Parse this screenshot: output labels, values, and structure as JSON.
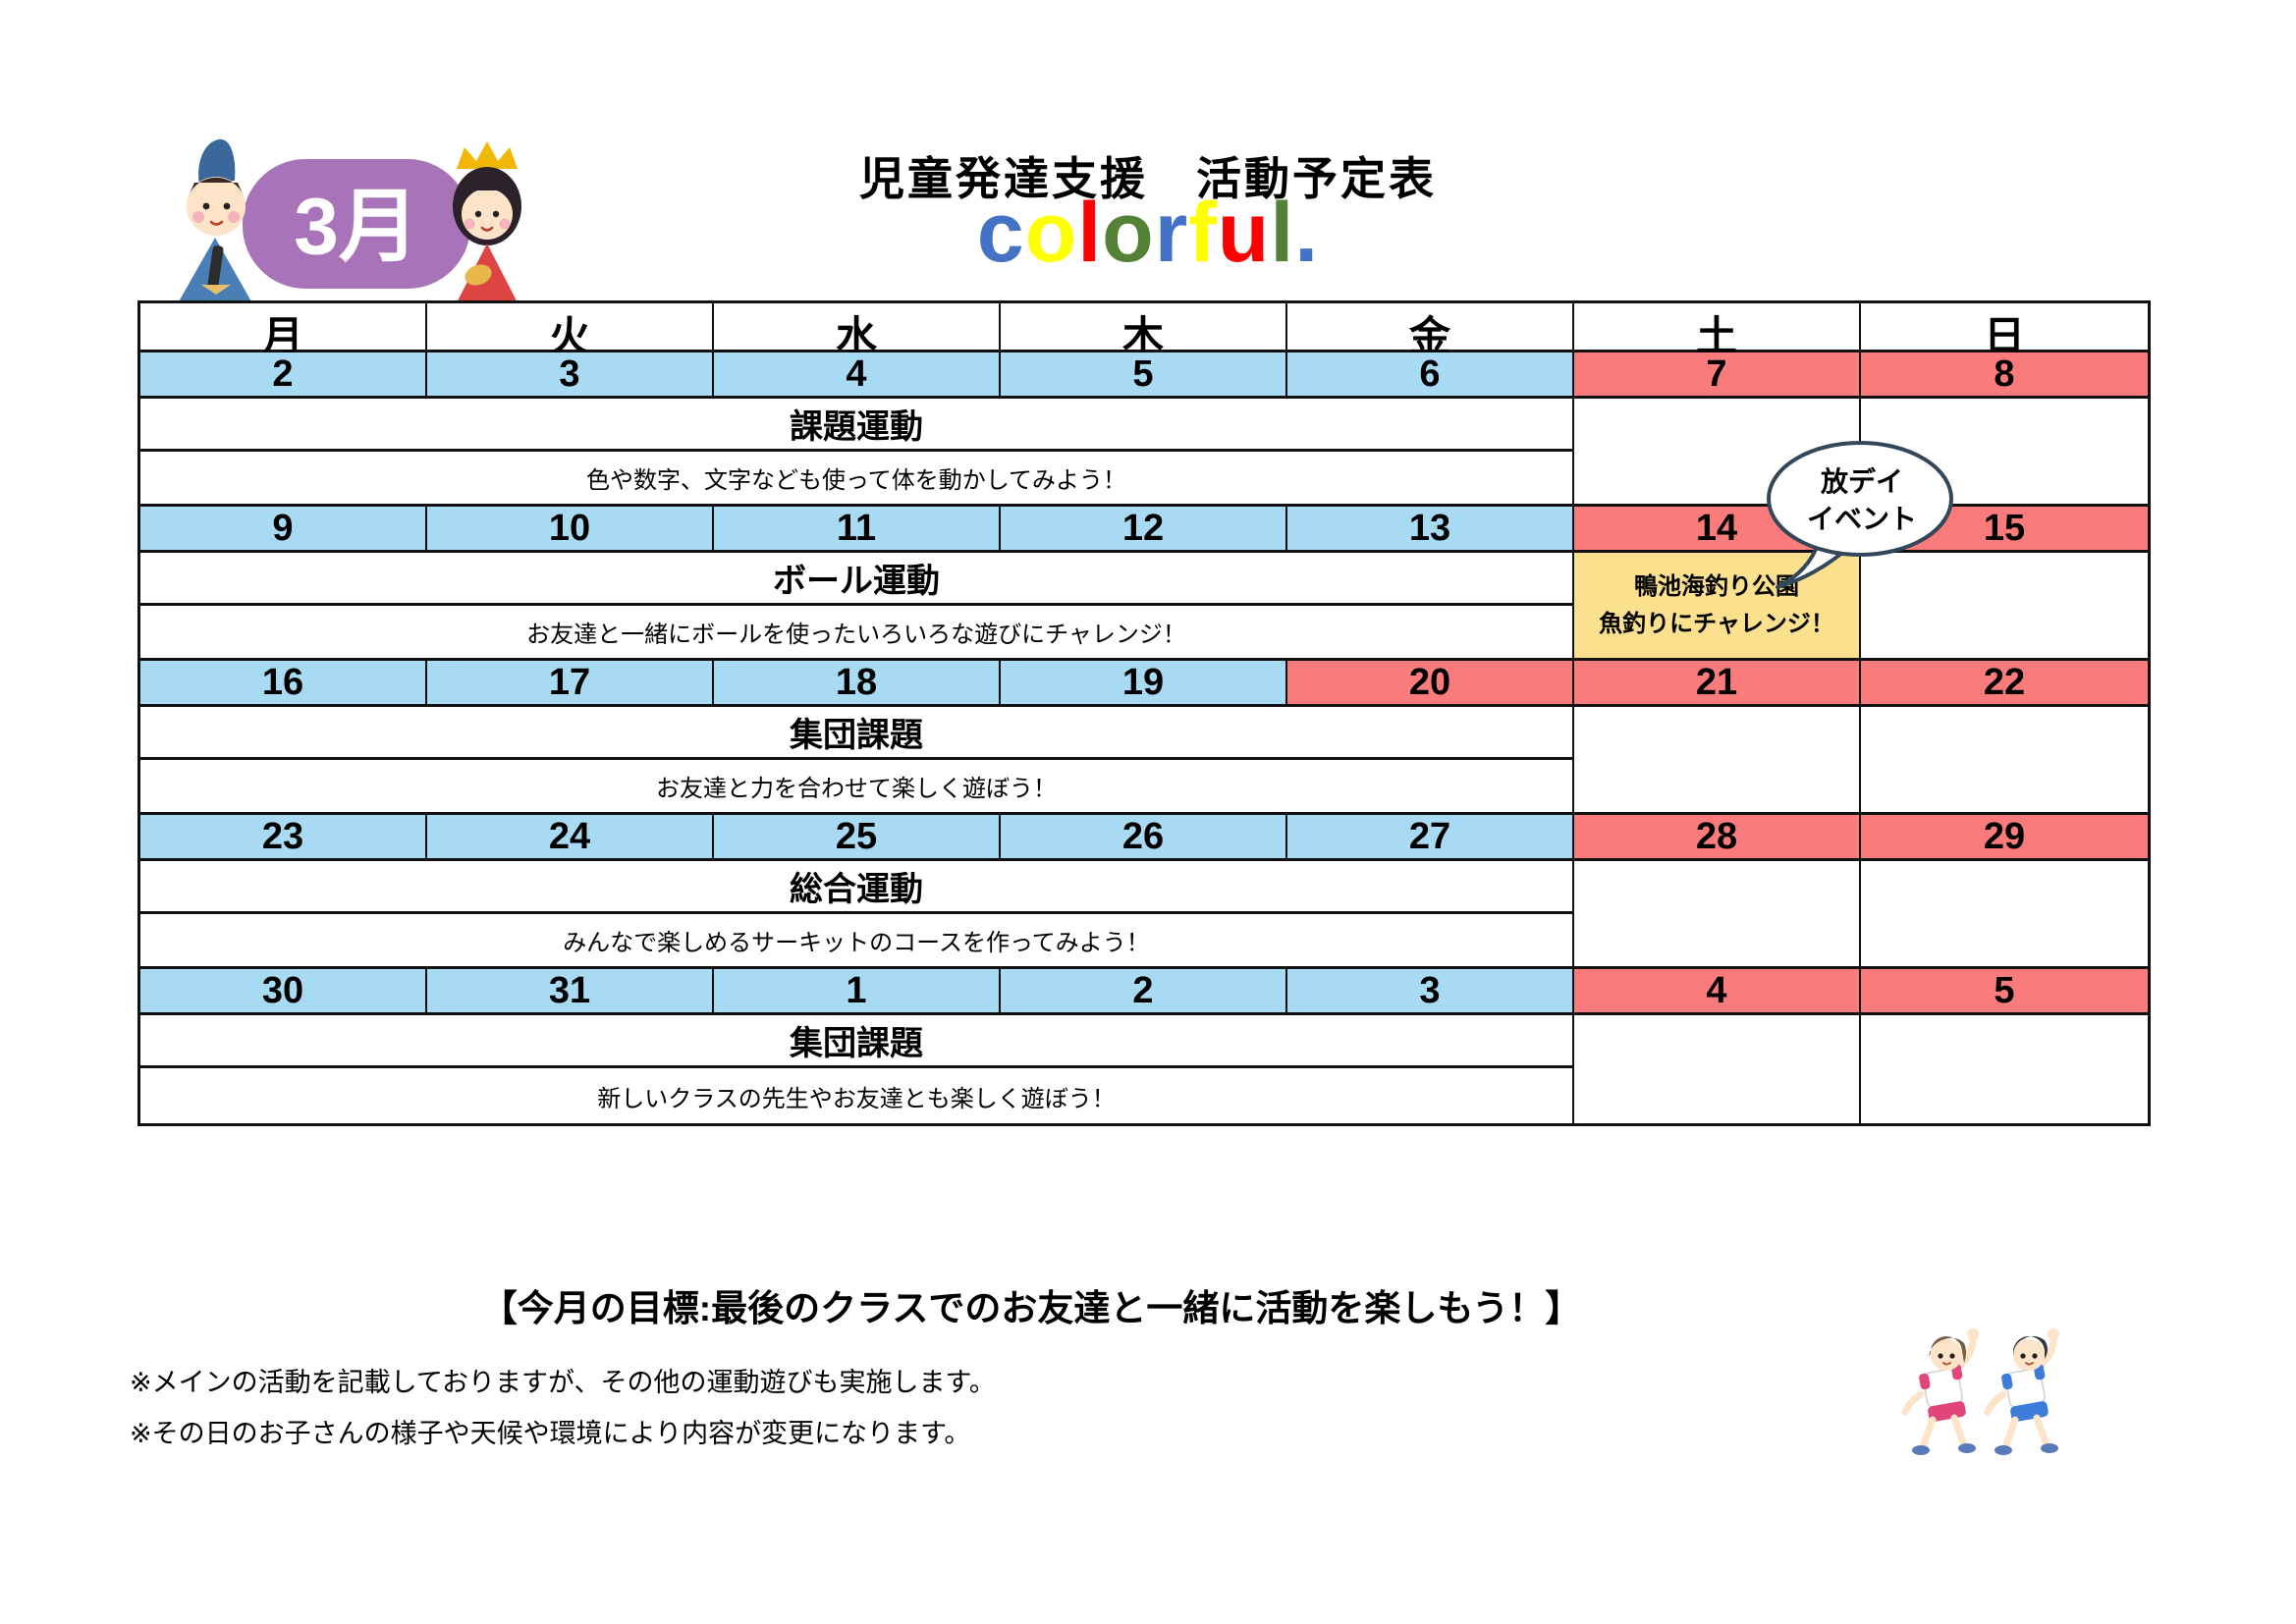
{
  "header": {
    "month_badge": "3月",
    "title": "児童発達支援　活動予定表",
    "brand": {
      "text": "colorful.",
      "letters": [
        {
          "ch": "c",
          "color": "#4472c4"
        },
        {
          "ch": "o",
          "color": "#ffff00"
        },
        {
          "ch": "l",
          "color": "#ff0000"
        },
        {
          "ch": "o",
          "color": "#538135"
        },
        {
          "ch": "r",
          "color": "#4472c4"
        },
        {
          "ch": "f",
          "color": "#ffff00"
        },
        {
          "ch": "u",
          "color": "#ff0000"
        },
        {
          "ch": "l",
          "color": "#538135"
        },
        {
          "ch": ".",
          "color": "#4472c4"
        }
      ]
    }
  },
  "calendar": {
    "weekday_headers": [
      "月",
      "火",
      "水",
      "木",
      "金",
      "土",
      "日"
    ],
    "colors": {
      "weekday_cell": "#a9daf3",
      "weekend_cell": "#fa7b7b",
      "event_cell": "#fbe08d",
      "bubble_border": "#33475b"
    },
    "event_bubble": {
      "line1": "放デイ",
      "line2": "イベント"
    },
    "weeks": [
      {
        "dates": [
          {
            "day": "2",
            "type": "weekday"
          },
          {
            "day": "3",
            "type": "weekday"
          },
          {
            "day": "4",
            "type": "weekday"
          },
          {
            "day": "5",
            "type": "weekday"
          },
          {
            "day": "6",
            "type": "weekday"
          },
          {
            "day": "7",
            "type": "weekend"
          },
          {
            "day": "8",
            "type": "weekend"
          }
        ],
        "activity": "課題運動",
        "description": "色や数字、文字なども使って体を動かしてみよう！"
      },
      {
        "dates": [
          {
            "day": "9",
            "type": "weekday"
          },
          {
            "day": "10",
            "type": "weekday"
          },
          {
            "day": "11",
            "type": "weekday"
          },
          {
            "day": "12",
            "type": "weekday"
          },
          {
            "day": "13",
            "type": "weekday"
          },
          {
            "day": "14",
            "type": "weekend"
          },
          {
            "day": "15",
            "type": "weekend"
          }
        ],
        "activity": "ボール運動",
        "description": "お友達と一緒にボールを使ったいろいろな遊びにチャレンジ！",
        "saturday_event": {
          "line1": "鴨池海釣り公園",
          "line2": "魚釣りにチャレンジ！"
        }
      },
      {
        "dates": [
          {
            "day": "16",
            "type": "weekday"
          },
          {
            "day": "17",
            "type": "weekday"
          },
          {
            "day": "18",
            "type": "weekday"
          },
          {
            "day": "19",
            "type": "weekday"
          },
          {
            "day": "20",
            "type": "weekend"
          },
          {
            "day": "21",
            "type": "weekend"
          },
          {
            "day": "22",
            "type": "weekend"
          }
        ],
        "activity": "集団課題",
        "description": "お友達と力を合わせて楽しく遊ぼう！"
      },
      {
        "dates": [
          {
            "day": "23",
            "type": "weekday"
          },
          {
            "day": "24",
            "type": "weekday"
          },
          {
            "day": "25",
            "type": "weekday"
          },
          {
            "day": "26",
            "type": "weekday"
          },
          {
            "day": "27",
            "type": "weekday"
          },
          {
            "day": "28",
            "type": "weekend"
          },
          {
            "day": "29",
            "type": "weekend"
          }
        ],
        "activity": "総合運動",
        "description": "みんなで楽しめるサーキットのコースを作ってみよう！"
      },
      {
        "dates": [
          {
            "day": "30",
            "type": "weekday"
          },
          {
            "day": "31",
            "type": "weekday"
          },
          {
            "day": "1",
            "type": "weekday"
          },
          {
            "day": "2",
            "type": "weekday"
          },
          {
            "day": "3",
            "type": "weekday"
          },
          {
            "day": "4",
            "type": "weekend"
          },
          {
            "day": "5",
            "type": "weekend"
          }
        ],
        "activity": "集団課題",
        "description": "新しいクラスの先生やお友達とも楽しく遊ぼう！"
      }
    ]
  },
  "footer": {
    "goal": "【今月の目標:最後のクラスでのお友達と一緒に活動を楽しもう！】",
    "notes": [
      "※メインの活動を記載しておりますが、その他の運動遊びも実施します。",
      "※その日のお子さんの様子や天候や環境により内容が変更になります。"
    ]
  }
}
